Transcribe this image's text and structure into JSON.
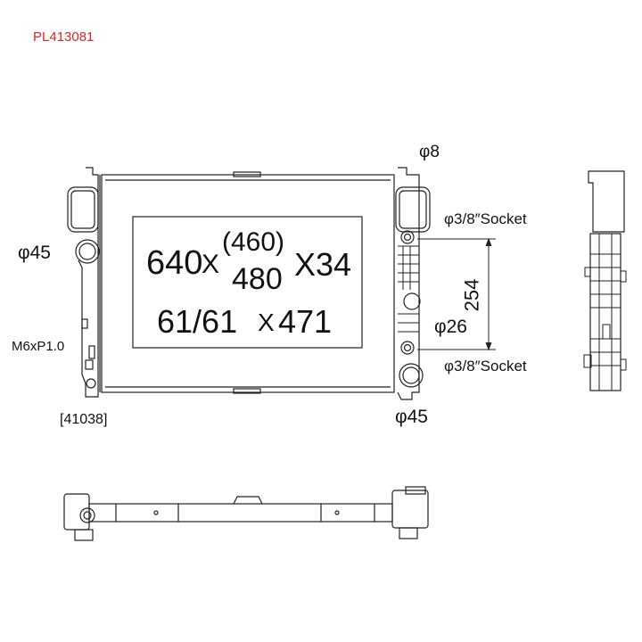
{
  "part_number": "PL413081",
  "colors": {
    "part_number": "#d9262a",
    "line": "#222222"
  },
  "dimensions": {
    "width": "640",
    "x1": "X",
    "height_alt": "(460)",
    "height": "480",
    "x2": "X34",
    "tanks": "61/61",
    "x3": "X",
    "tank_length": "471"
  },
  "callouts": {
    "phi8": "φ8",
    "socket_top": "φ3/8″Socket",
    "socket_bottom": "φ3/8″Socket",
    "phi26": "φ26",
    "phi45_left": "φ45",
    "phi45_bottom": "φ45",
    "thread": "M6xP1.0",
    "ref": "[41038]",
    "spacing": "254"
  }
}
